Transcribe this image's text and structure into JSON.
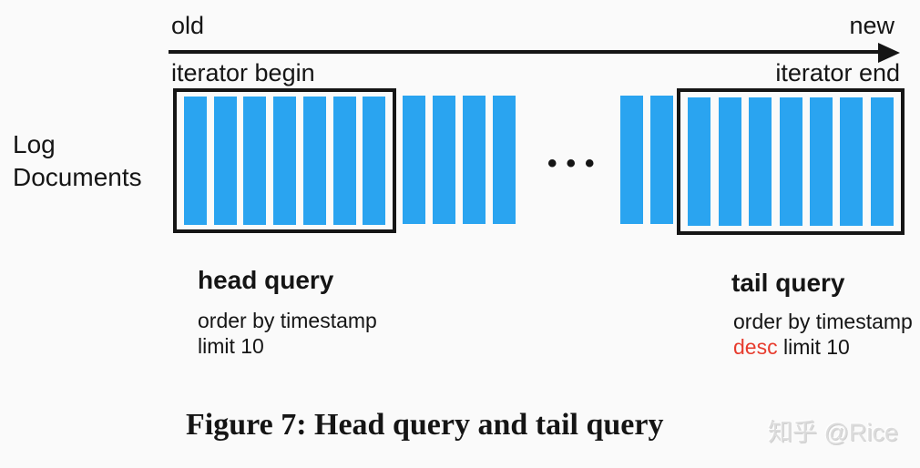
{
  "colors": {
    "background": "#fafafa",
    "bar_blue": "#2aa4f0",
    "ink": "#151515",
    "desc_red": "#e73c2e",
    "watermark_gray": "#dcdcdc"
  },
  "timeline": {
    "old_label": "old",
    "new_label": "new",
    "iterator_begin_label": "iterator begin",
    "iterator_end_label": "iterator end"
  },
  "left_label": {
    "line1": "Log",
    "line2": "Documents"
  },
  "bars": {
    "head_group_count": 7,
    "middle_left_count": 4,
    "ellipsis": "•••",
    "middle_right_count": 2,
    "tail_group_count": 7
  },
  "head_query": {
    "title": "head query",
    "order_line": "order by timestamp",
    "limit_line": "limit 10"
  },
  "tail_query": {
    "title": "tail query",
    "order_line": "order by timestamp",
    "desc_word": "desc",
    "limit_rest": " limit 10"
  },
  "caption": "Figure 7: Head query and tail query",
  "watermark": "知乎 @Rice"
}
